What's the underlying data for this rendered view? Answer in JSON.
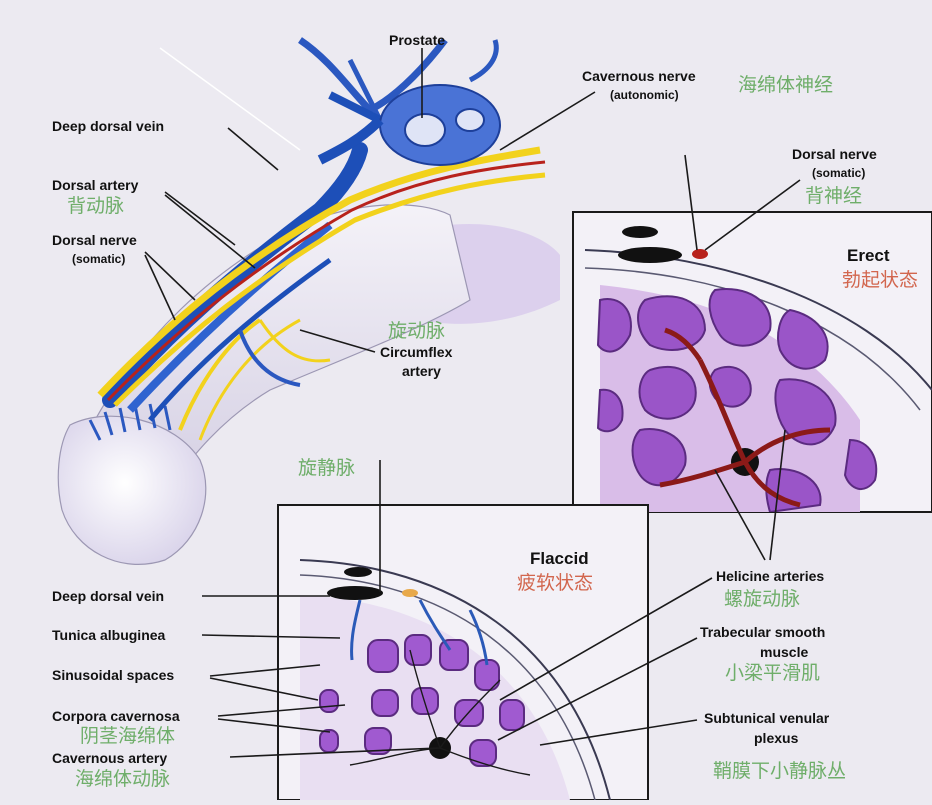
{
  "labels": {
    "prostate": "Prostate",
    "cavernous_nerve": "Cavernous nerve",
    "cavernous_nerve_sub": "(autonomic)",
    "cavernous_nerve_zh": "海绵体神经",
    "deep_dorsal_vein_top": "Deep dorsal vein",
    "dorsal_artery": "Dorsal artery",
    "dorsal_artery_zh": "背动脉",
    "dorsal_nerve_left": "Dorsal nerve",
    "dorsal_nerve_left_sub": "(somatic)",
    "dorsal_nerve_right": "Dorsal nerve",
    "dorsal_nerve_right_sub": "(somatic)",
    "dorsal_nerve_right_zh": "背神经",
    "circumflex_artery_zh": "旋动脉",
    "circumflex_artery": "Circumflex",
    "circumflex_artery_2": "artery",
    "circumflex_vein_zh": "旋静脉",
    "erect": "Erect",
    "erect_zh": "勃起状态",
    "flaccid": "Flaccid",
    "flaccid_zh": "疲软状态",
    "deep_dorsal_vein_bottom": "Deep dorsal vein",
    "tunica_albuginea": "Tunica albuginea",
    "sinusoidal_spaces": "Sinusoidal spaces",
    "corpora_cavernosa": "Corpora cavernosa",
    "corpora_cavernosa_zh": "阴茎海绵体",
    "cavernous_artery": "Cavernous artery",
    "cavernous_artery_zh": "海绵体动脉",
    "helicine_arteries": "Helicine arteries",
    "helicine_arteries_zh": "螺旋动脉",
    "trabecular_smooth_muscle": "Trabecular smooth",
    "trabecular_smooth_muscle_2": "muscle",
    "trabecular_smooth_muscle_zh": "小梁平滑肌",
    "subtunical_venular_plexus": "Subtunical venular",
    "subtunical_venular_plexus_2": "plexus",
    "subtunical_venular_plexus_zh": "鞘膜下小静脉丛"
  },
  "colors": {
    "background": "#eceaf1",
    "vein_blue": "#1d4fb8",
    "nerve_yellow": "#f2d21c",
    "artery_red": "#b8221c",
    "sinus_purple": "#9a55c8",
    "sinus_light": "#d9bde8",
    "zh_green": "#6fae6a",
    "zh_red": "#d2664e"
  }
}
